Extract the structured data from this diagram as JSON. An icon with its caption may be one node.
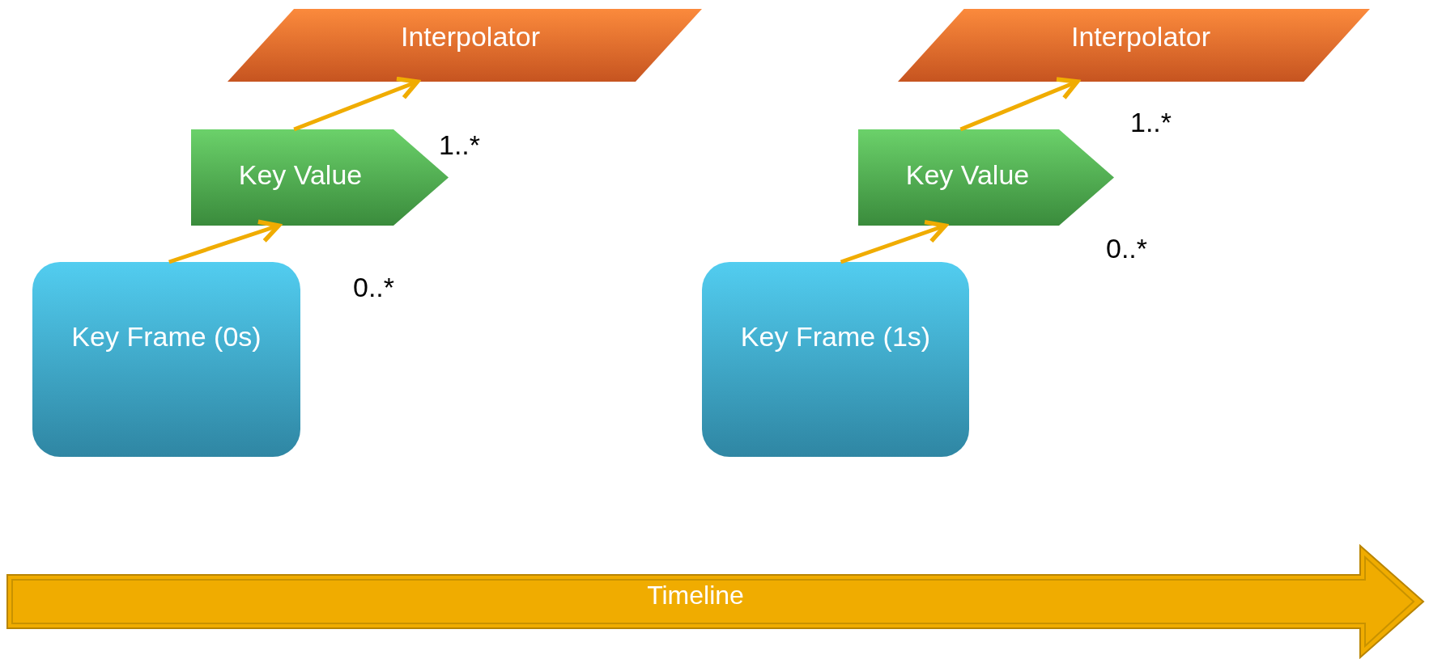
{
  "diagram": {
    "nodes": [
      {
        "text": [
          "Interpolator"
        ]
      },
      {
        "text": [
          "Key Value"
        ]
      },
      {
        "text": [
          "Key Frame (0s)"
        ]
      },
      {
        "text": [
          "Interpolator"
        ]
      },
      {
        "text": [
          "Key Value"
        ]
      },
      {
        "text": [
          "Key Frame (1s)"
        ]
      },
      {
        "text": [
          "Timeline"
        ]
      }
    ],
    "edges": [
      {
        "from": 2,
        "to": 1,
        "arrow": "to"
      },
      {
        "from": 1,
        "to": 0,
        "arrow": "to"
      },
      {
        "from": 5,
        "to": 4,
        "arrow": "to"
      },
      {
        "from": 4,
        "to": 3,
        "arrow": "to"
      }
    ],
    "labels": [
      "1..*",
      "0..*",
      "1..*",
      "0..*"
    ]
  }
}
